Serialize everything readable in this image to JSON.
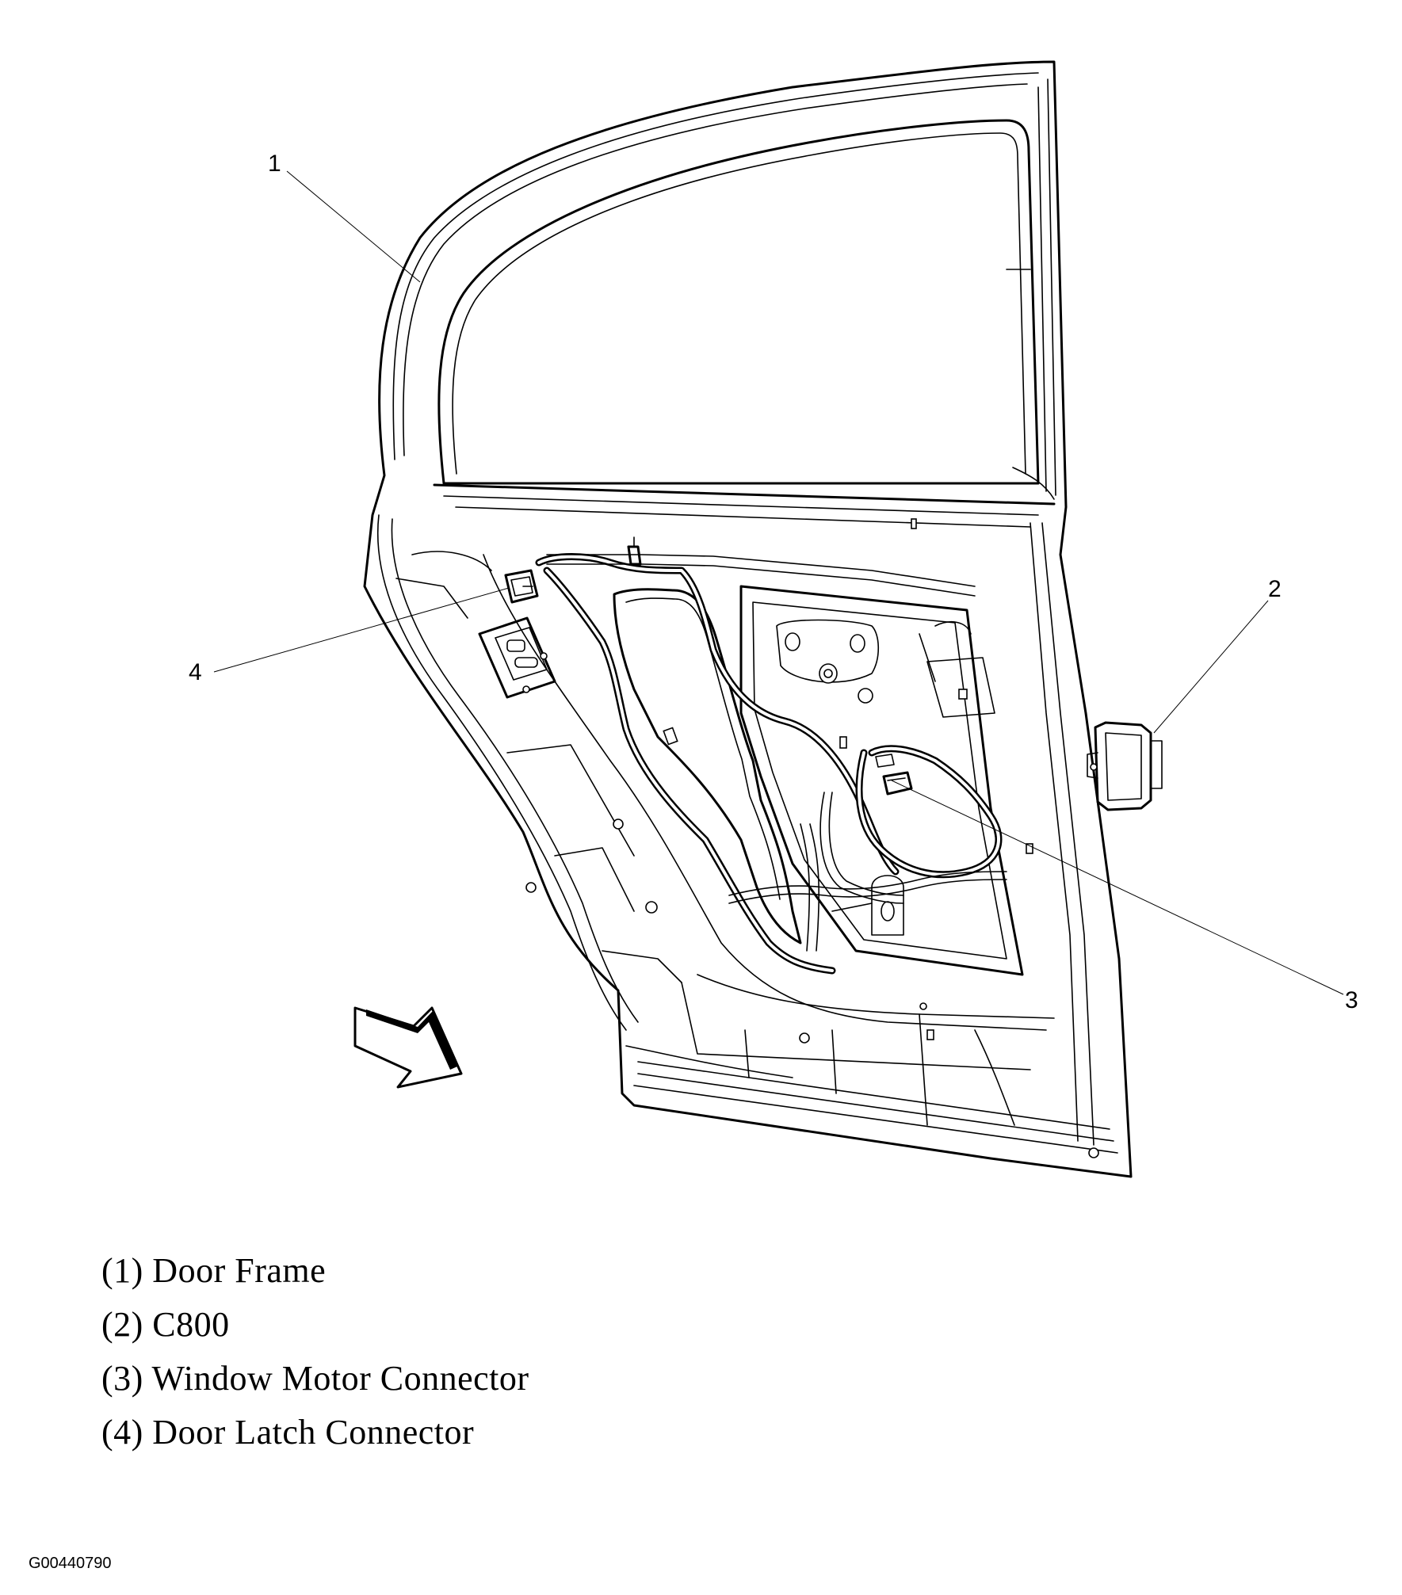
{
  "callouts": [
    {
      "number": "1",
      "label": "Door Frame"
    },
    {
      "number": "2",
      "label": "C800"
    },
    {
      "number": "3",
      "label": "Window Motor Connector"
    },
    {
      "number": "4",
      "label": "Door Latch Connector"
    }
  ],
  "legend": [
    "(1) Door Frame",
    "(2) C800",
    "(3) Window Motor Connector",
    "(4) Door Latch Connector"
  ],
  "figure_id": "G00440790"
}
